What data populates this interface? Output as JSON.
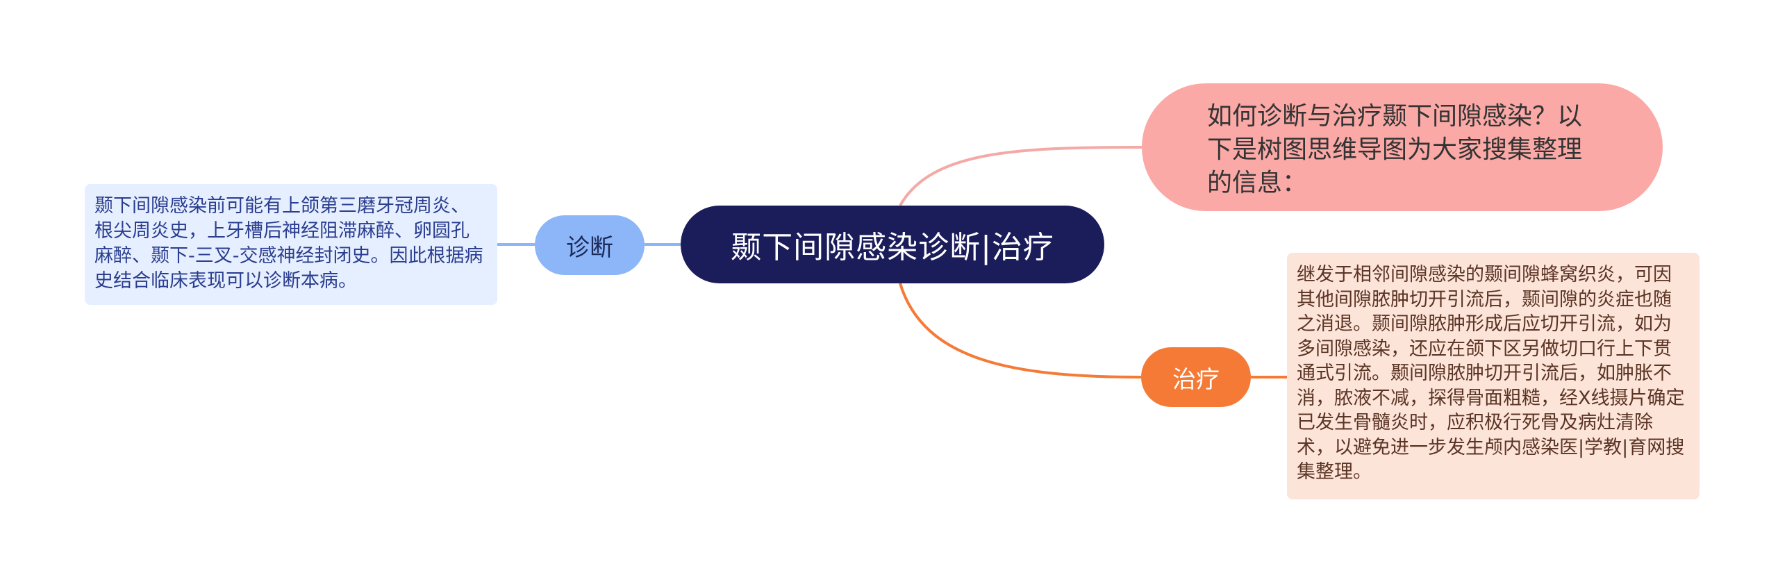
{
  "root": {
    "title": "颞下间隙感染诊断|治疗"
  },
  "intro": {
    "text": "如何诊断与治疗颞下间隙感染？以下是树图思维导图为大家搜集整理的信息："
  },
  "diagnosis": {
    "label": "诊断",
    "text": "颞下间隙感染前可能有上颌第三磨牙冠周炎、根尖周炎史，上牙槽后神经阻滞麻醉、卵圆孔麻醉、颞下-三叉-交感神经封闭史。因此根据病史结合临床表现可以诊断本病。"
  },
  "treatment": {
    "label": "治疗",
    "text": "继发于相邻间隙感染的颞间隙蜂窝织炎，可因其他间隙脓肿切开引流后，颞间隙的炎症也随之消退。颞间隙脓肿形成后应切开引流，如为多间隙感染，还应在颌下区另做切口行上下贯通式引流。颞间隙脓肿切开引流后，如肿胀不消，脓液不减，探得骨面粗糙，经X线摄片确定已发生骨髓炎时，应积极行死骨及病灶清除术，以避免进一步发生颅内感染医|学教|育网搜集整理。"
  },
  "colors": {
    "root_fill": "#1b1c5a",
    "intro_fill": "#faa9a6",
    "intro_link": "#f4a9a6",
    "diagnosis_fill": "#8cb6f7",
    "diagnosis_link": "#8cb6f7",
    "diagnosis_box": "#e6efff",
    "treatment_fill": "#f47a36",
    "treatment_link": "#f47a36",
    "treatment_box": "#fde4d8"
  }
}
